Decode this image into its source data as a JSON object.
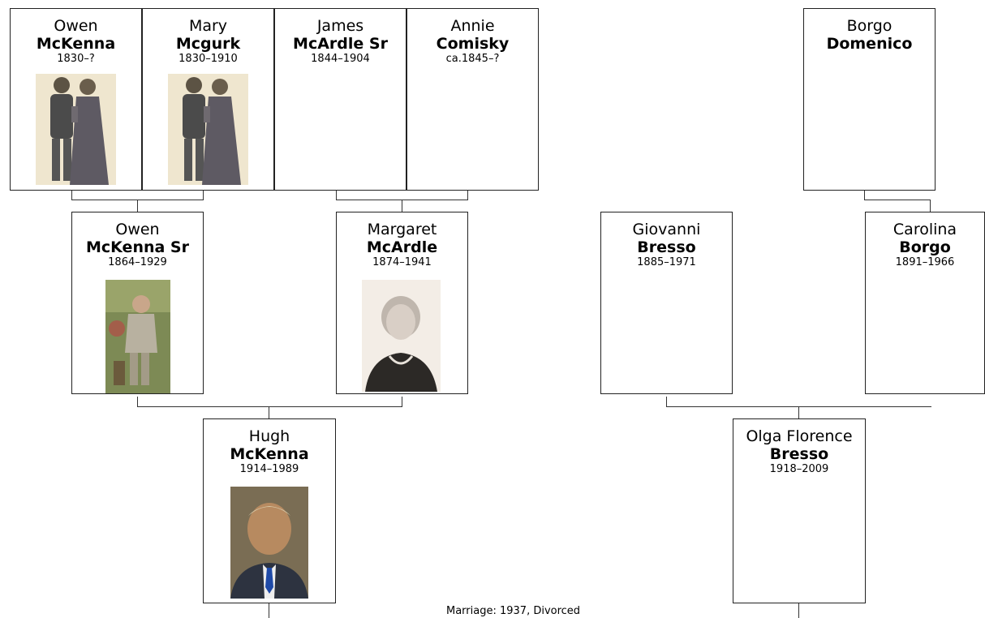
{
  "people": {
    "owen_mckenna_1830": {
      "given": "Owen",
      "surname": "McKenna",
      "dates": "1830–?"
    },
    "mary_mcgurk": {
      "given": "Mary",
      "surname": "Mcgurk",
      "dates": "1830–1910"
    },
    "james_mcardle_sr": {
      "given": "James",
      "surname": "McArdle Sr",
      "dates": "1844–1904"
    },
    "annie_comisky": {
      "given": "Annie",
      "surname": "Comisky",
      "dates": "ca.1845–?"
    },
    "borgo_domenico": {
      "given": "Borgo",
      "surname": "Domenico",
      "dates": ""
    },
    "owen_mckenna_sr": {
      "given": "Owen",
      "surname": "McKenna Sr",
      "dates": "1864–1929"
    },
    "margaret_mcardle": {
      "given": "Margaret",
      "surname": "McArdle",
      "dates": "1874–1941"
    },
    "giovanni_bresso": {
      "given": "Giovanni",
      "surname": "Bresso",
      "dates": "1885–1971"
    },
    "carolina_borgo": {
      "given": "Carolina",
      "surname": "Borgo",
      "dates": "1891–1966"
    },
    "hugh_mckenna": {
      "given": "Hugh",
      "surname": "McKenna",
      "dates": "1914–1989"
    },
    "olga_bresso": {
      "given": "Olga Florence",
      "surname": "Bresso",
      "dates": "1918–2009"
    }
  },
  "marriage": {
    "label": "Marriage: 1937, Divorced"
  }
}
